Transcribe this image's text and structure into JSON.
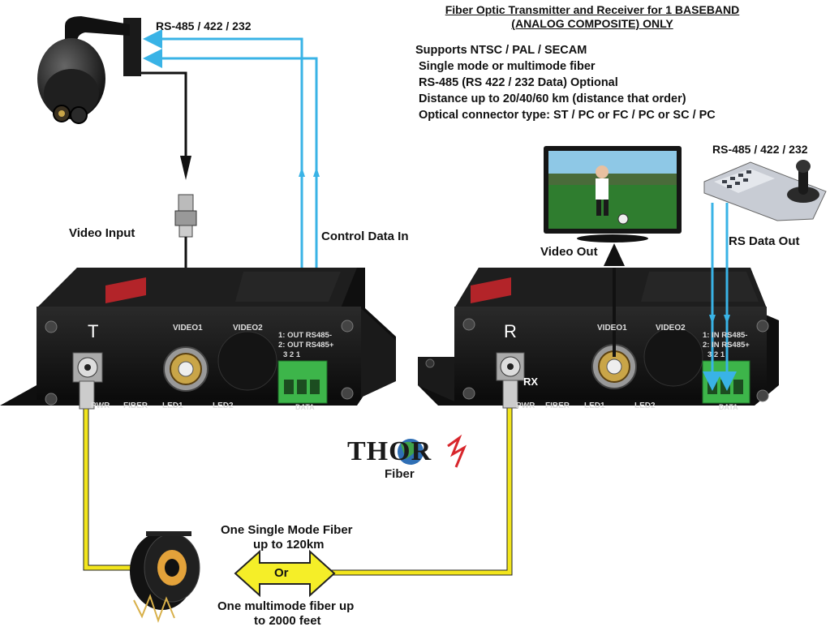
{
  "title": {
    "line1": "Fiber Optic Transmitter and Receiver for 1 BASEBAND",
    "line2": "(ANALOG COMPOSITE) ONLY"
  },
  "features": [
    "Supports NTSC / PAL / SECAM",
    "Single mode or multimode fiber",
    "RS-485 (RS 422 / 232 Data) Optional",
    "Distance up to 20/40/60 km (distance that order)",
    "Optical connector type: ST / PC or FC / PC or SC / PC"
  ],
  "labels": {
    "rs_left": "RS-485 / 422 / 232",
    "rs_right": "RS-485 / 422 / 232",
    "video_input": "Video  Input",
    "control_data_in": "Control Data In",
    "video_out": "Video Out",
    "rs_data_out": "RS Data Out",
    "fiber_single_1": "One Single Mode Fiber",
    "fiber_single_2": "up to 120km",
    "or": "Or",
    "fiber_multi_1": "One multimode fiber up",
    "fiber_multi_2": "to 2000 feet"
  },
  "transmitter": {
    "letter": "T",
    "video1": "VIDEO1",
    "video2": "VIDEO2",
    "pin1": "1: OUT RS485-",
    "pin2": "2: OUT RS485+",
    "pins": "3  2  1",
    "pwr": "PWR",
    "fiber": "FIBER",
    "led1": "LED1",
    "led2": "LED2",
    "data": "DATA"
  },
  "receiver": {
    "letter": "R",
    "video1": "VIDEO1",
    "video2": "VIDEO2",
    "pin1": "1: IN RS485-",
    "pin2": "2: IN RS485+",
    "pins": "3  2  1",
    "rx": "RX",
    "pwr": "PWR",
    "fiber": "FIBER",
    "led1": "LED1",
    "led2": "LED2",
    "data": "DATA"
  },
  "logo": {
    "brand": "THOR",
    "sub": "Fiber"
  },
  "colors": {
    "fiber_yellow": "#f2e51c",
    "data_blue": "#39b3e6",
    "arrow_yellow": "#f5ee28",
    "connector_green": "#3db54a",
    "logo_red": "#d8262c"
  }
}
